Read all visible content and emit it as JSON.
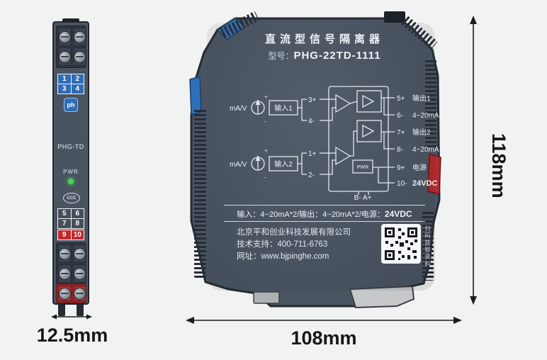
{
  "page": {
    "background": "#f1f2f2"
  },
  "dimensions": {
    "height_label": "118mm",
    "width_label": "108mm",
    "side_width_label": "12.5mm"
  },
  "left_module": {
    "top_terminal_numbers": [
      "1",
      "2",
      "3",
      "4"
    ],
    "logo_text": "ph",
    "model": "PHG-TD",
    "pwr_label": "PWR",
    "cert_mark": "CCC",
    "mid_terminal_numbers": [
      "5",
      "6",
      "7",
      "8"
    ],
    "power_terminal_numbers": [
      "9",
      "10"
    ]
  },
  "right_module": {
    "title": "直流型信号隔离器",
    "model_label": "型号：",
    "model_value": "PHG-22TD-1111",
    "diagram": {
      "input1": {
        "source_label": "mA/V",
        "name": "输入1",
        "polarity_plus": "+",
        "polarity_minus": "-",
        "terminal_plus": "3+",
        "terminal_minus": "4-"
      },
      "input2": {
        "source_label": "mA/V",
        "name": "输入2",
        "polarity_plus": "+",
        "polarity_minus": "-",
        "terminal_plus": "1+",
        "terminal_minus": "2-"
      },
      "pwr_label": "PWR",
      "comm_label": "B-  A+",
      "outputs": [
        {
          "terminal_plus": "5+",
          "terminal_minus": "6-",
          "name": "输出1",
          "value": "4~20mA"
        },
        {
          "terminal_plus": "7+",
          "terminal_minus": "8-",
          "name": "输出2",
          "value": "4~20mA"
        },
        {
          "terminal_plus": "9+",
          "terminal_minus": "10-",
          "name": "电源",
          "value": "24VDC"
        }
      ]
    },
    "spec_prefix": "输入：4~20mA*2/输出：4~20mA*2/电源：",
    "spec_power": "24VDC",
    "company": "北京平和创业科技发展有限公司",
    "support": "技术支持：400-711-6763",
    "website": "网址：www.bjpinghe.com",
    "qr_caption": "扫码获取资料"
  }
}
